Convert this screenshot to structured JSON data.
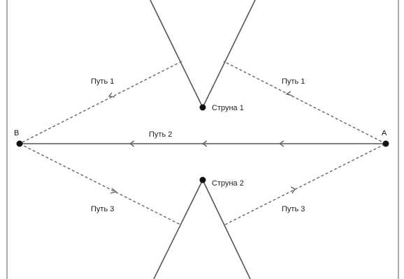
{
  "points": {
    "a": "A",
    "b": "B"
  },
  "strings": {
    "string1": "Струна 1",
    "string2": "Струна 2"
  },
  "paths": {
    "path1_left": "Путь 1",
    "path1_right": "Путь 1",
    "path2": "Путь 2",
    "path3_left": "Путь 3",
    "path3_right": "Путь 3"
  },
  "colors": {
    "line": "#555555",
    "dash": "#666666",
    "point": "#111111",
    "border": "#777777"
  }
}
